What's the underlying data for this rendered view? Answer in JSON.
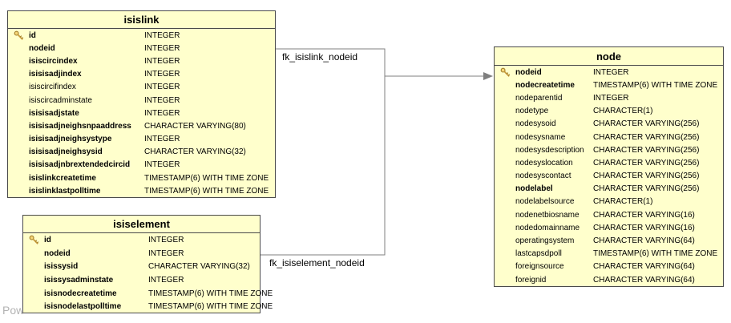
{
  "diagram": {
    "watermark": "Pow",
    "relationships": [
      {
        "label": "fk_isislink_nodeid",
        "from_table": "isislink",
        "to_table": "node"
      },
      {
        "label": "fk_isiselement_nodeid",
        "from_table": "isiselement",
        "to_table": "node"
      }
    ],
    "colors": {
      "table_fill": "#FFFFCC",
      "table_border": "#4A4A4A",
      "connector_gray": "#7F7F7F",
      "text": "#000000",
      "watermark_gray": "#B3B3B3",
      "key_icon_gold": "#E8B74E"
    }
  },
  "tables": {
    "isislink": {
      "title": "isislink",
      "columns": [
        {
          "name": "id",
          "type": "INTEGER",
          "pk": true,
          "bold": true
        },
        {
          "name": "nodeid",
          "type": "INTEGER",
          "pk": false,
          "bold": true
        },
        {
          "name": "isiscircindex",
          "type": "INTEGER",
          "pk": false,
          "bold": true
        },
        {
          "name": "isisisadjindex",
          "type": "INTEGER",
          "pk": false,
          "bold": true
        },
        {
          "name": "isiscircifindex",
          "type": "INTEGER",
          "pk": false,
          "bold": false
        },
        {
          "name": "isiscircadminstate",
          "type": "INTEGER",
          "pk": false,
          "bold": false
        },
        {
          "name": "isisisadjstate",
          "type": "INTEGER",
          "pk": false,
          "bold": true
        },
        {
          "name": "isisisadjneighsnpaaddress",
          "type": "CHARACTER VARYING(80)",
          "pk": false,
          "bold": true
        },
        {
          "name": "isisisadjneighsystype",
          "type": "INTEGER",
          "pk": false,
          "bold": true
        },
        {
          "name": "isisisadjneighsysid",
          "type": "CHARACTER VARYING(32)",
          "pk": false,
          "bold": true
        },
        {
          "name": "isisisadjnbrextendedcircid",
          "type": "INTEGER",
          "pk": false,
          "bold": true
        },
        {
          "name": "isislinkcreatetime",
          "type": "TIMESTAMP(6) WITH TIME ZONE",
          "pk": false,
          "bold": true
        },
        {
          "name": "isislinklastpolltime",
          "type": "TIMESTAMP(6) WITH TIME ZONE",
          "pk": false,
          "bold": true
        }
      ]
    },
    "isiselement": {
      "title": "isiselement",
      "columns": [
        {
          "name": "id",
          "type": "INTEGER",
          "pk": true,
          "bold": true
        },
        {
          "name": "nodeid",
          "type": "INTEGER",
          "pk": false,
          "bold": true
        },
        {
          "name": "isissysid",
          "type": "CHARACTER VARYING(32)",
          "pk": false,
          "bold": true
        },
        {
          "name": "isissysadminstate",
          "type": "INTEGER",
          "pk": false,
          "bold": true
        },
        {
          "name": "isisnodecreatetime",
          "type": "TIMESTAMP(6) WITH TIME ZONE",
          "pk": false,
          "bold": true
        },
        {
          "name": "isisnodelastpolltime",
          "type": "TIMESTAMP(6) WITH TIME ZONE",
          "pk": false,
          "bold": true
        }
      ]
    },
    "node": {
      "title": "node",
      "columns": [
        {
          "name": "nodeid",
          "type": "INTEGER",
          "pk": true,
          "bold": true
        },
        {
          "name": "nodecreatetime",
          "type": "TIMESTAMP(6) WITH TIME ZONE",
          "pk": false,
          "bold": true
        },
        {
          "name": "nodeparentid",
          "type": "INTEGER",
          "pk": false,
          "bold": false
        },
        {
          "name": "nodetype",
          "type": "CHARACTER(1)",
          "pk": false,
          "bold": false
        },
        {
          "name": "nodesysoid",
          "type": "CHARACTER VARYING(256)",
          "pk": false,
          "bold": false
        },
        {
          "name": "nodesysname",
          "type": "CHARACTER VARYING(256)",
          "pk": false,
          "bold": false
        },
        {
          "name": "nodesysdescription",
          "type": "CHARACTER VARYING(256)",
          "pk": false,
          "bold": false
        },
        {
          "name": "nodesyslocation",
          "type": "CHARACTER VARYING(256)",
          "pk": false,
          "bold": false
        },
        {
          "name": "nodesyscontact",
          "type": "CHARACTER VARYING(256)",
          "pk": false,
          "bold": false
        },
        {
          "name": "nodelabel",
          "type": "CHARACTER VARYING(256)",
          "pk": false,
          "bold": true
        },
        {
          "name": "nodelabelsource",
          "type": "CHARACTER(1)",
          "pk": false,
          "bold": false
        },
        {
          "name": "nodenetbiosname",
          "type": "CHARACTER VARYING(16)",
          "pk": false,
          "bold": false
        },
        {
          "name": "nodedomainname",
          "type": "CHARACTER VARYING(16)",
          "pk": false,
          "bold": false
        },
        {
          "name": "operatingsystem",
          "type": "CHARACTER VARYING(64)",
          "pk": false,
          "bold": false
        },
        {
          "name": "lastcapsdpoll",
          "type": "TIMESTAMP(6) WITH TIME ZONE",
          "pk": false,
          "bold": false
        },
        {
          "name": "foreignsource",
          "type": "CHARACTER VARYING(64)",
          "pk": false,
          "bold": false
        },
        {
          "name": "foreignid",
          "type": "CHARACTER VARYING(64)",
          "pk": false,
          "bold": false
        }
      ]
    }
  }
}
